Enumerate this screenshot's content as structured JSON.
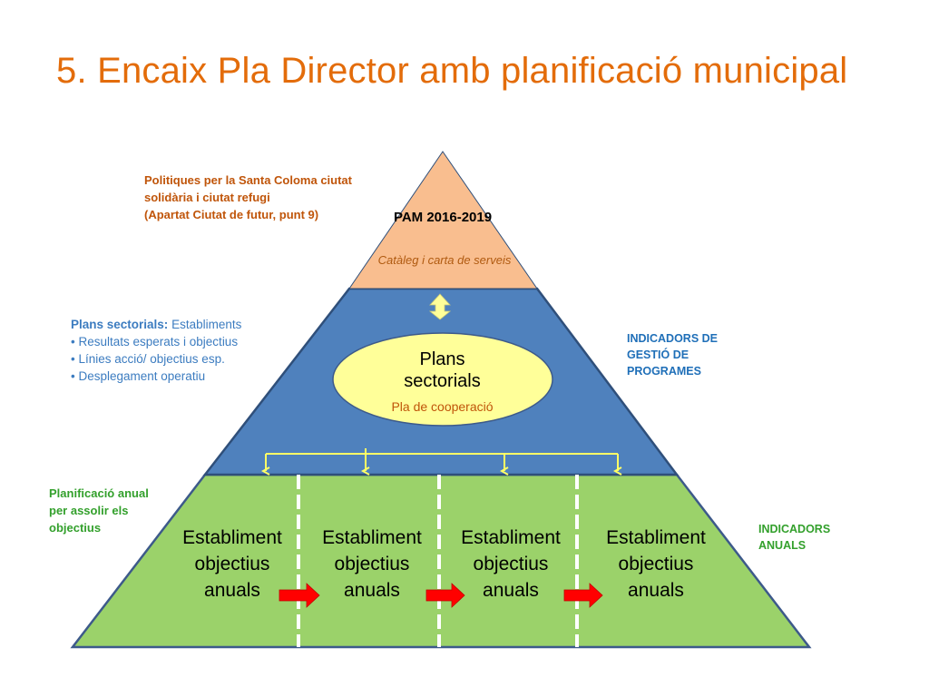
{
  "title": "5. Encaix Pla Director amb planificació municipal",
  "colors": {
    "title": "#e36c0a",
    "top_tier": "#f9be8f",
    "middle_tier": "#4f81bd",
    "bottom_tier": "#9bd26a",
    "ellipse": "#ffff99",
    "arrow_red": "#ff0000",
    "connector_yellow": "#ffff66"
  },
  "icons": {
    "up_down_arrow": "up-down-arrow-icon",
    "right_arrow": "right-arrow-icon"
  },
  "top_tier": {
    "label": "PAM 2016-2019",
    "sublabel": "Catàleg i carta de serveis"
  },
  "left_notes": {
    "politiques": [
      "Politiques per la Santa Coloma ciutat",
      "solidària i ciutat refugi",
      "(Apartat Ciutat de futur, punt 9)"
    ],
    "plans_sectorials": {
      "lead": "Plans sectorials:",
      "lead_rest": " Establiments",
      "bullets": [
        "Resultats esperats i objectius",
        "Línies acció/ objectius esp.",
        "Desplegament operatiu"
      ]
    },
    "planificacio": [
      "Planificació anual",
      "per assolir els",
      "objectius"
    ]
  },
  "right_notes": {
    "gestio": [
      "INDICADORS DE",
      "GESTIÓ DE",
      "PROGRAMES"
    ],
    "anuals": [
      "INDICADORS",
      "ANUALS"
    ]
  },
  "middle_tier": {
    "ellipse_line1": "Plans",
    "ellipse_line2": "sectorials",
    "ellipse_sub": "Pla de cooperació"
  },
  "bottom_tier": {
    "blocks": [
      {
        "line1": "Establiment",
        "line2": "objectius",
        "line3": "anuals"
      },
      {
        "line1": "Establiment",
        "line2": "objectius",
        "line3": "anuals"
      },
      {
        "line1": "Establiment",
        "line2": "objectius",
        "line3": "anuals"
      },
      {
        "line1": "Establiment",
        "line2": "objectius",
        "line3": "anuals"
      }
    ]
  }
}
